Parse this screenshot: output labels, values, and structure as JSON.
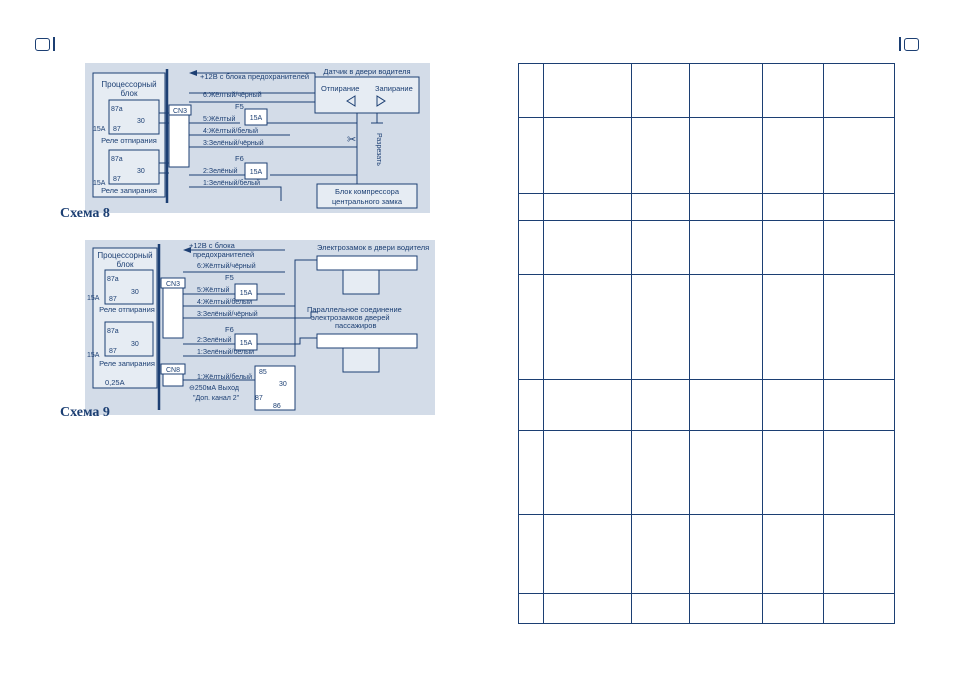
{
  "left_page": {
    "scheme8": {
      "caption": "Схема 8",
      "cpu_block": "Процессорный блок",
      "relay_unlock": "Реле отпирания",
      "relay_lock": "Реле запирания",
      "contacts": [
        "87a",
        "30",
        "87"
      ],
      "fuse_main": "15А",
      "connector": "CN3",
      "power_label": "+12В с блока предохранителей",
      "wires": [
        "6:Жёлтый/чёрный",
        "5:Жёлтый",
        "4:Жёлтый/белый",
        "3:Зелёный/чёрный",
        "2:Зелёный",
        "1:Зелёный/белый"
      ],
      "fuse_f5": "F5",
      "fuse_f6": "F6",
      "fuse_val": "15A",
      "sensor_title": "Датчик в двери водителя",
      "sensor_unlock": "Отпирание",
      "sensor_lock": "Запирание",
      "cut_label": "Разрезать",
      "compressor": "Блок компрессора центрального замка"
    },
    "scheme9": {
      "caption": "Схема 9",
      "cpu_block": "Процессорный блок",
      "relay_unlock": "Реле отпирания",
      "relay_lock": "Реле запирания",
      "power_label": "+12В с блока предохранителей",
      "wires": [
        "6:Жёлтый/чёрный",
        "5:Жёлтый",
        "4:Жёлтый/белый",
        "3:Зелёный/чёрный",
        "2:Зелёный",
        "1:Зелёный/белый"
      ],
      "driver_lock": "Электрозамок в двери водителя",
      "parallel": "Параллельное соединение электрозамков дверей пассажиров",
      "connector2": "CN8",
      "fuse_small": "0,25A",
      "aux_wire": "1:Жёлтый/белый",
      "aux_out": "⊖250мА Выход",
      "aux_channel": "\"Доп. канал 2\"",
      "relay_pins": [
        "85",
        "30",
        "87",
        "86"
      ]
    }
  }
}
